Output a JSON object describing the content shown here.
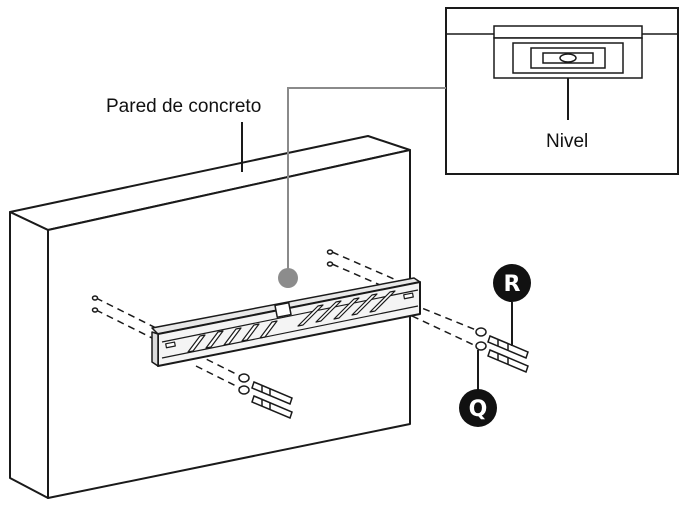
{
  "labels": {
    "wall": "Pared de concreto",
    "level": "Nivel"
  },
  "badges": {
    "r": "R",
    "q": "Q"
  },
  "colors": {
    "line": "#1a1a1a",
    "marker": "#8c8c8c",
    "badge_fill": "#111111",
    "badge_text": "#ffffff",
    "bracket_fill": "#f4f4f4"
  }
}
